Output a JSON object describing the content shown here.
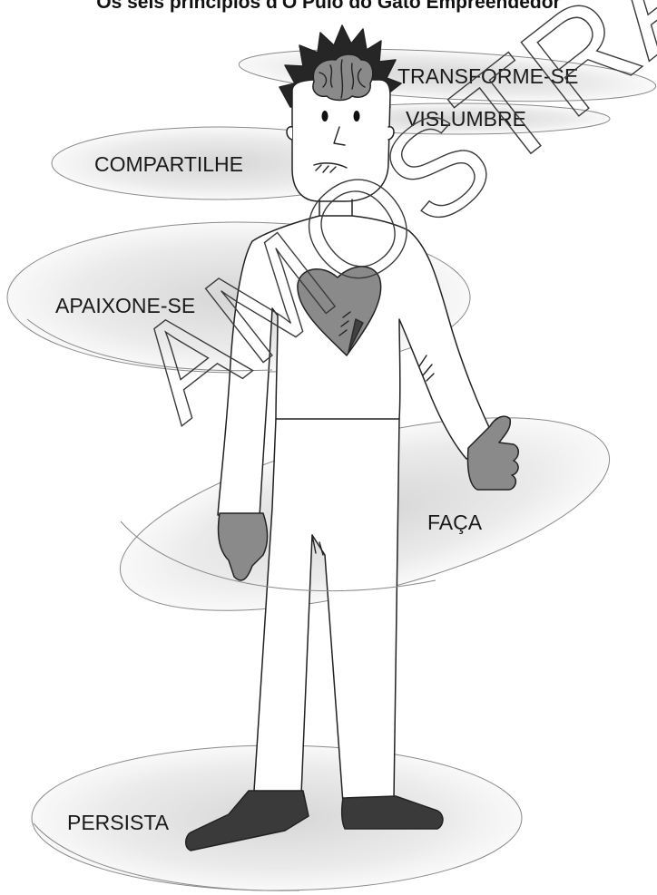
{
  "title": "Os seis princípios d'O Pulo do Gato Empreendedor",
  "principles": {
    "transforme": "TRANSFORME-SE",
    "vislumbre": "VISLUMBRE",
    "compartilhe": "COMPARTILHE",
    "apaixone": "APAIXONE-SE",
    "faca": "FAÇA",
    "persista": "PERSISTA"
  },
  "watermark": "AMOSTRA"
}
